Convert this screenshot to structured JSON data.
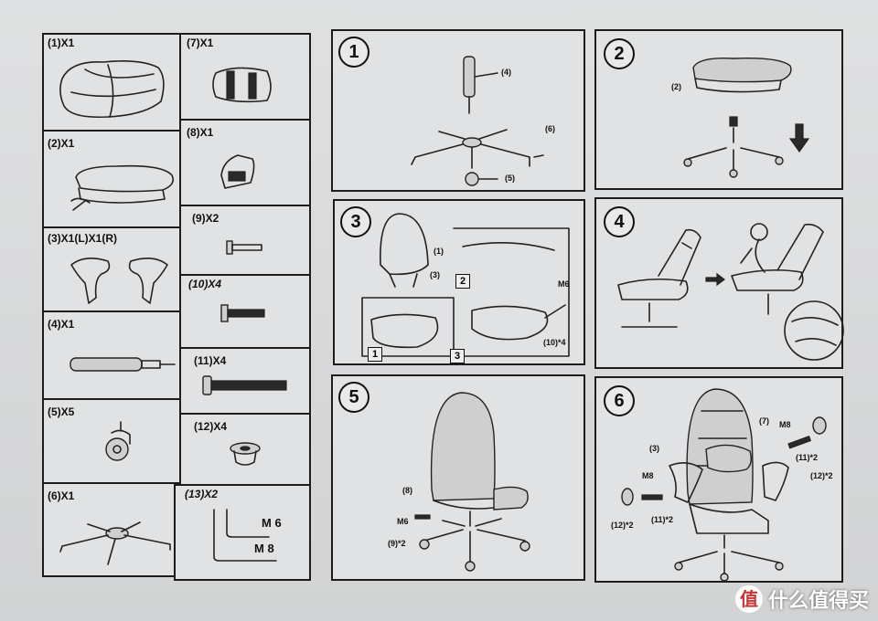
{
  "parts": [
    {
      "label": "(1)X1"
    },
    {
      "label": "(2)X1"
    },
    {
      "label": "(3)X1(L)X1(R)"
    },
    {
      "label": "(4)X1"
    },
    {
      "label": "(5)X5"
    },
    {
      "label": "(6)X1"
    },
    {
      "label": "(7)X1"
    },
    {
      "label": "(8)X1"
    },
    {
      "label": "(9)X2"
    },
    {
      "label": "(10)X4"
    },
    {
      "label": "(11)X4"
    },
    {
      "label": "(12)X4"
    },
    {
      "label": "(13)X2"
    }
  ],
  "allen_keys": {
    "small": "M 6",
    "large": "M 8"
  },
  "steps": [
    {
      "number": "1",
      "callouts": [
        "(4)",
        "(6)",
        "(5)"
      ]
    },
    {
      "number": "2",
      "callouts": [
        "(2)"
      ]
    },
    {
      "number": "3",
      "callouts": [
        "(1)",
        "(3)",
        "M6",
        "(10)*4"
      ],
      "insets": [
        "1",
        "2",
        "3"
      ]
    },
    {
      "number": "4",
      "callouts": []
    },
    {
      "number": "5",
      "callouts": [
        "(8)",
        "M6",
        "(9)*2"
      ]
    },
    {
      "number": "6",
      "callouts": [
        "(7)",
        "(3)",
        "M8",
        "(11)*2",
        "(12)*2",
        "M8",
        "(11)*2",
        "(12)*2"
      ]
    }
  ],
  "watermark": {
    "icon": "zhi-logo-icon",
    "text": "什么值得买",
    "logo_char": "值"
  }
}
